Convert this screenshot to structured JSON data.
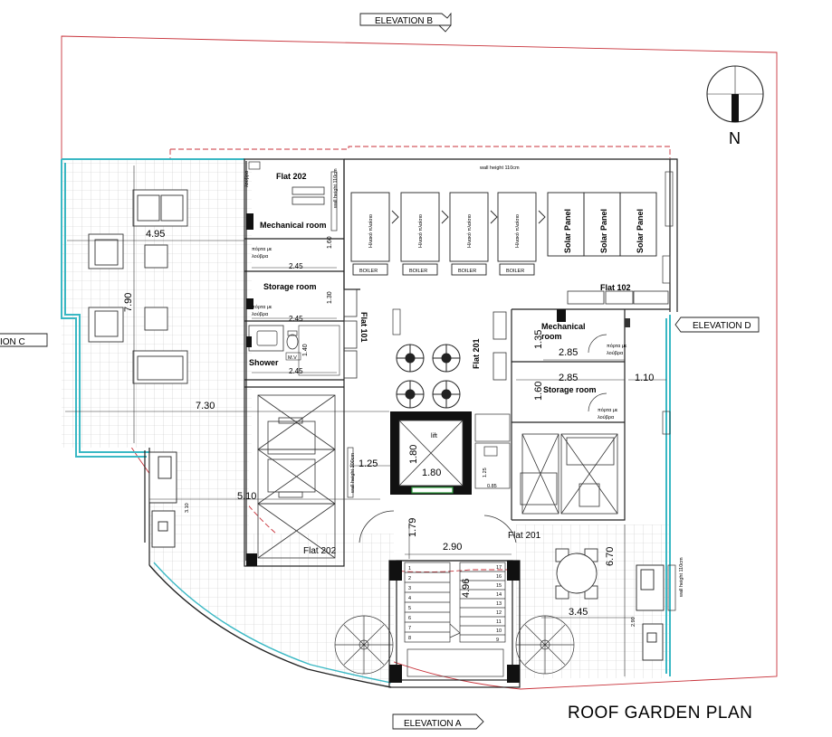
{
  "title": "ROOF GARDEN PLAN",
  "elevations": {
    "a": "ELEVATION A",
    "b": "ELEVATION B",
    "c": "ION C",
    "d": "ELEVATION D"
  },
  "north": "N",
  "rooms": {
    "flat_202_top": "Flat 202",
    "mechanical_left": "Mechanical room",
    "storage_left": "Storage room",
    "shower": "Shower",
    "mv": "M.V",
    "flat_102": "Flat 102",
    "mechanical_right_1": "Mechanical",
    "mechanical_right_2": "room",
    "storage_right": "Storage room",
    "flat_101": "Flat 101",
    "flat_201_vertical": "Flat 201",
    "lift": "lift",
    "flat_202_bottom": "Flat 202",
    "flat_201_bottom": "Flat 201"
  },
  "notes": {
    "wall_height_top": "wall height 110cm",
    "wall_height_vert": "wall height 110cm",
    "wall_height_right": "wall height 110cm",
    "wall_height_stair": "wall height 100cm",
    "door_louvre_1": "πόρτα με",
    "door_louvre_2": "λούβρα",
    "louvre": "λούβρα",
    "heater": "Ηλιακό πλαίσιο",
    "boiler": "BOILER",
    "solar": "Solar Panel"
  },
  "dimensions": {
    "d_495": "4.95",
    "d_790": "7.90",
    "d_730": "7.30",
    "d_510": "5.10",
    "d_310": "3.10",
    "d_245a": "2.45",
    "d_245b": "2.45",
    "d_245c": "2.45",
    "d_160a": "1.60",
    "d_130": "1.30",
    "d_140": "1.40",
    "d_125": "1.25",
    "d_180v": "1.80",
    "d_180h": "1.80",
    "d_179": "1.79",
    "d_290": "2.90",
    "d_496": "4.96",
    "d_125s": "1.25",
    "d_085": "0.85",
    "d_135": "1.35",
    "d_285a": "2.85",
    "d_285b": "2.85",
    "d_110": "1.10",
    "d_160b": "1.60",
    "d_670": "6.70",
    "d_345": "3.45",
    "d_290s": "2.90"
  },
  "stair_numbers_left": [
    "1",
    "2",
    "3",
    "4",
    "5",
    "6",
    "7",
    "8"
  ],
  "stair_numbers_right": [
    "17",
    "16",
    "15",
    "14",
    "13",
    "12",
    "11",
    "10",
    "9"
  ]
}
